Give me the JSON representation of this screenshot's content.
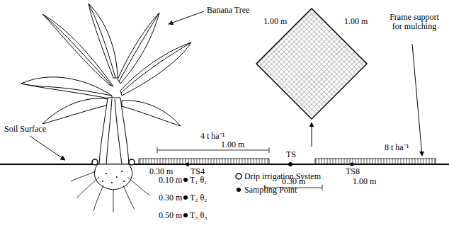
{
  "diagram": {
    "labels": [
      "Banana Tree",
      "Soil Surface",
      "Frame support for mulching",
      "1.00 m",
      "1.00 m",
      "4 t ha⁻¹",
      "1.00 m",
      "8 t ha⁻¹",
      "TS",
      "0.30 m",
      "TS4",
      "TS8",
      "0.10 m",
      "T₁ θ₁",
      "0.30 m",
      "1.00 m",
      "0.30 m",
      "T₂ θ₂",
      "0.50 m",
      "T₃ θ₃"
    ],
    "legend": [
      {
        "text": "Drip irrigation System"
      },
      {
        "text": "Sampling Point"
      }
    ]
  }
}
